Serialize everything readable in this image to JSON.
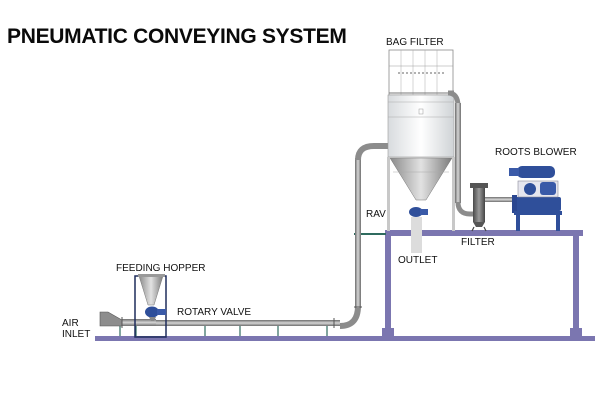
{
  "title": "PNEUMATIC CONVEYING SYSTEM",
  "labels": {
    "bag_filter": "BAG FILTER",
    "roots_blower": "ROOTS BLOWER",
    "rav": "RAV",
    "filter": "FILTER",
    "outlet": "OUTLET",
    "feeding_hopper": "FEEDING HOPPER",
    "rotary_valve": "ROTARY VALVE",
    "air_inlet": "AIR INLET"
  },
  "colors": {
    "frame": "#7b76b0",
    "pipe": "#9a9a9a",
    "equipment_blue": "#2f4f9a",
    "vessel": "#eef0f2",
    "support_green": "#2f6b5f"
  }
}
